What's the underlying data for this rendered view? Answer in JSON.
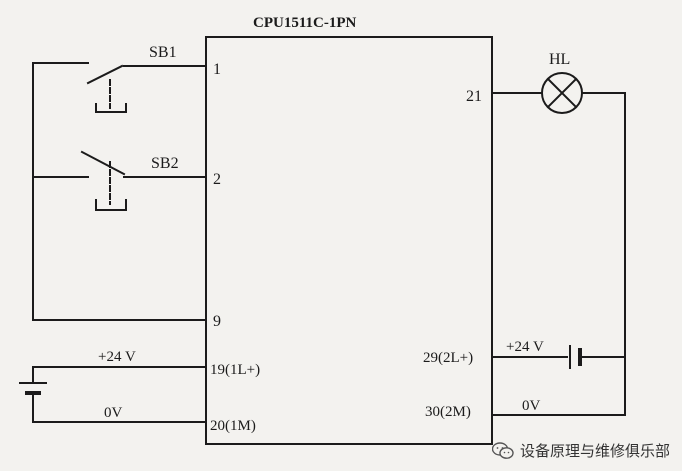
{
  "diagram": {
    "cpu_title": "CPU1511C-1PN",
    "inputs": [
      {
        "id": "sb1",
        "switch_label": "SB1",
        "pin": "1"
      },
      {
        "id": "sb2",
        "switch_label": "SB2",
        "pin": "2"
      }
    ],
    "common_pin": "9",
    "power_left": {
      "pin_plus": "19(1L+)",
      "pin_minus": "20(1M)",
      "label_plus": "+24 V",
      "label_minus": "0V"
    },
    "output": {
      "pin": "21",
      "lamp_label": "HL"
    },
    "power_right": {
      "pin_plus": "29(2L+)",
      "pin_minus": "30(2M)",
      "label_plus": "+24 V",
      "label_minus": "0V"
    }
  },
  "watermark": {
    "text": "设备原理与维修俱乐部",
    "icon": "wechat-icon"
  },
  "colors": {
    "background": "#f3f2ef",
    "line": "#1b1b1b"
  }
}
